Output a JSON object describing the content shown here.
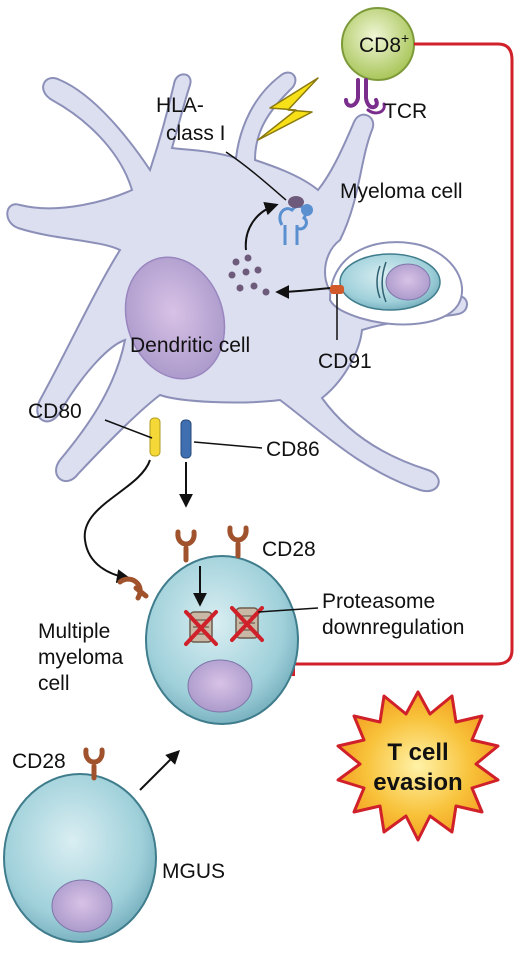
{
  "labels": {
    "cd8": "CD8",
    "cd8_sup": "+",
    "tcr": "TCR",
    "hla_line1": "HLA-",
    "hla_line2": "class I",
    "myeloma_cell": "Myeloma cell",
    "dendritic_cell": "Dendritic cell",
    "cd91": "CD91",
    "cd80": "CD80",
    "cd86": "CD86",
    "cd28_top": "CD28",
    "proteasome_line1": "Proteasome",
    "proteasome_line2": "downregulation",
    "multiple_line1": "Multiple",
    "multiple_line2": "myeloma",
    "multiple_line3": "cell",
    "cd28_bottom": "CD28",
    "mgus": "MGUS",
    "evasion_line1": "T cell",
    "evasion_line2": "evasion"
  },
  "colors": {
    "dendritic_fill": "#dcdff0",
    "dendritic_stroke": "#8c90b8",
    "nucleus_fill": "#c8a9d4",
    "cd8_fill": "#c9dc8a",
    "cell_fill": "#9fd0da",
    "inhibition_line": "#d0202a",
    "lightning": "#f7e018",
    "starburst": "#f6a623",
    "cd80_color": "#f4d837",
    "cd86_color": "#3f6fb0",
    "receptor_brown": "#a0522d",
    "tcr_purple": "#7a2d8c",
    "hla_blue": "#5a8fd0"
  }
}
